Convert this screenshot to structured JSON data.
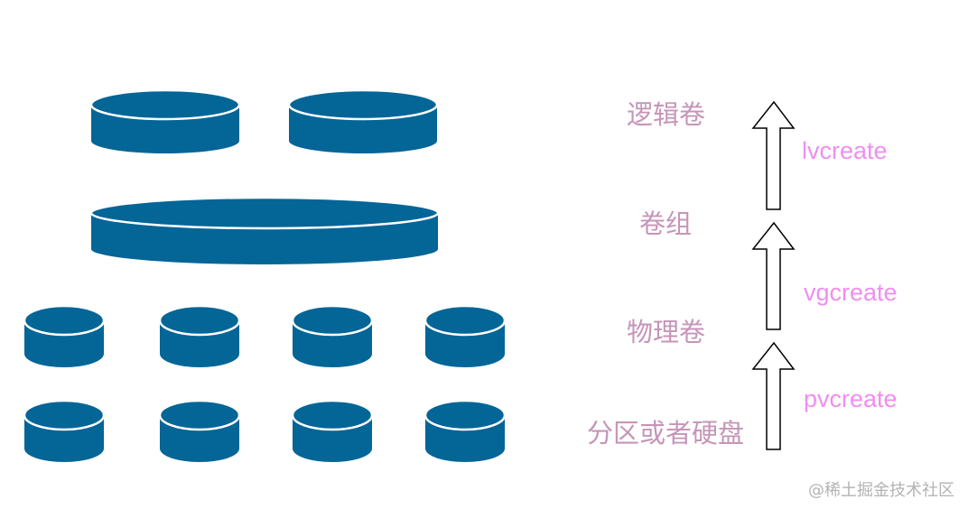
{
  "labels": {
    "logical_volume": "逻辑卷",
    "volume_group": "卷组",
    "physical_volume": "物理卷",
    "partition_or_disk": "分区或者硬盘"
  },
  "commands": {
    "lvcreate": "lvcreate",
    "vgcreate": "vgcreate",
    "pvcreate": "pvcreate"
  },
  "watermark": "@稀土掘金技术社区",
  "colors": {
    "cylinder_fill": "#046597",
    "cylinder_rim": "#ffffff",
    "layer_label": "#c695b8",
    "command_label": "#f08ef0",
    "arrow_stroke": "#000000"
  },
  "icons": {
    "cylinder": "disk-cylinder-icon",
    "arrow": "up-arrow-icon"
  }
}
